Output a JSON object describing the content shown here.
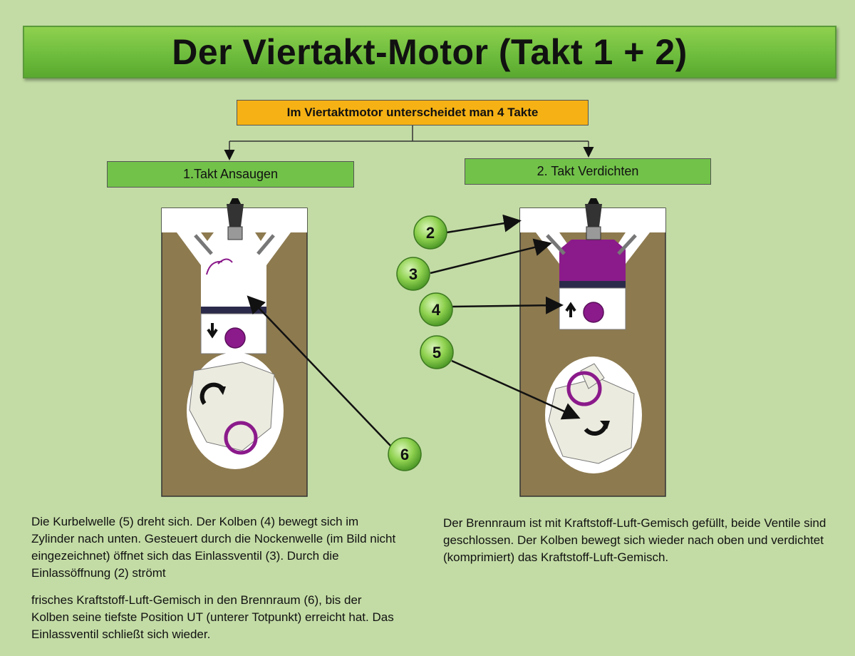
{
  "title": "Der Viertakt-Motor (Takt 1 + 2)",
  "subtitle": "Im Viertaktmotor unterscheidet man 4 Takte",
  "strokes": [
    {
      "label": "1.Takt  Ansaugen"
    },
    {
      "label": "2. Takt Verdichten"
    }
  ],
  "badges": [
    "2",
    "3",
    "4",
    "5",
    "6"
  ],
  "descriptions": {
    "stroke1_part1": "Die Kurbelwelle (5) dreht sich. Der Kolben (4) bewegt sich im Zylinder nach unten. Gesteuert durch die Nockenwelle (im Bild nicht eingezeichnet) öffnet sich das Einlassventil (3). Durch die Einlassöffnung (2) strömt",
    "stroke1_part2": "frisches Kraftstoff-Luft-Gemisch in den Brennraum (6), bis der Kolben seine tiefste Position UT (unterer Totpunkt) erreicht hat. Das Einlassventil schließt sich wieder.",
    "stroke2": "Der Brennraum ist mit Kraftstoff-Luft-Gemisch gefüllt, beide Ventile sind geschlossen. Der Kolben bewegt sich wieder nach oben und verdichtet (komprimiert) das Kraftstoff-Luft-Gemisch."
  },
  "colors": {
    "background": "#c3dca5",
    "title_green": "#6cbb3c",
    "subtitle_orange": "#f6b214",
    "engine_block": "#8d7a4f",
    "mixture_purple": "#8b1a8b",
    "badge_green": "#8fd14f"
  }
}
